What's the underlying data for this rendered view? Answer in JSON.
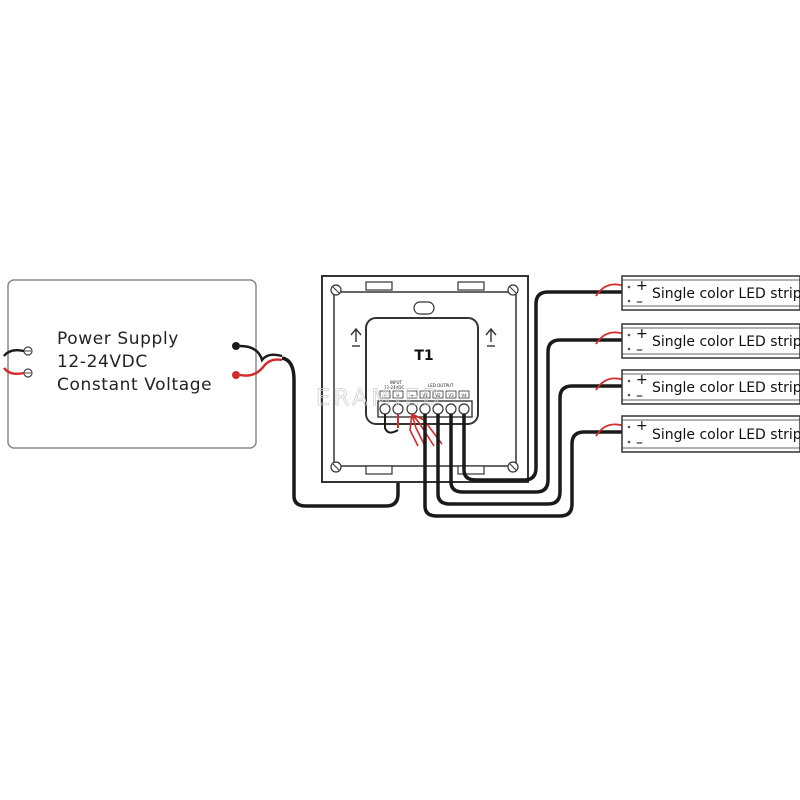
{
  "power_supply": {
    "line1": "Power Supply",
    "line2": "12-24VDC",
    "line3": "Constant Voltage"
  },
  "controller": {
    "label": "T1",
    "input_label": "INPUT",
    "input_sub": "12-24VDC",
    "output_label": "LED OUTPUT",
    "terminal_signs": [
      "–",
      "+",
      "+",
      "V1",
      "V2",
      "V3",
      "V4"
    ]
  },
  "led_strips": [
    {
      "label": "Single color LED strip",
      "plus": "+",
      "minus": "–"
    },
    {
      "label": "Single color LED strip",
      "plus": "+",
      "minus": "–"
    },
    {
      "label": "Single color LED strip",
      "plus": "+",
      "minus": "–"
    },
    {
      "label": "Single color LED strip",
      "plus": "+",
      "minus": "–"
    }
  ],
  "watermark": "ERAMIED",
  "colors": {
    "wire_black": "#1a1a1a",
    "wire_red": "#d42a2a",
    "frame": "#333333"
  }
}
